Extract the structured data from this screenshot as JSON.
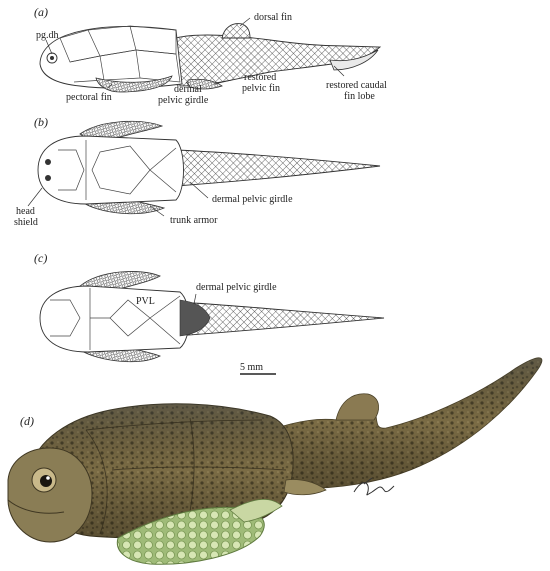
{
  "panels": {
    "a": {
      "panel_label": "(a)",
      "labels": {
        "pg_dh": "pg.dh",
        "dorsal_fin": "dorsal fin",
        "pectoral_fin": "pectoral fin",
        "dermal_pelvic_girdle_1": "dermal",
        "dermal_pelvic_girdle_2": "pelvic girdle",
        "restored_pelvic_fin_1": "restored",
        "restored_pelvic_fin_2": "pelvic fin",
        "restored_caudal_1": "restored caudal",
        "restored_caudal_2": "fin lobe"
      }
    },
    "b": {
      "panel_label": "(b)",
      "labels": {
        "head_shield_1": "head",
        "head_shield_2": "shield",
        "trunk_armor": "trunk armor",
        "dermal_pelvic_girdle": "dermal pelvic girdle"
      }
    },
    "c": {
      "panel_label": "(c)",
      "labels": {
        "pvl": "PVL",
        "dermal_pelvic_girdle": "dermal pelvic girdle"
      }
    },
    "scale_bar": {
      "label": "5 mm"
    },
    "d": {
      "panel_label": "(d)"
    }
  },
  "colors": {
    "ink": "#333333",
    "fish_body": "#7d6d48",
    "fish_tail": "#8a7a52",
    "fin_highlight": "#c9d7a3",
    "scales": "#b7cf92"
  }
}
